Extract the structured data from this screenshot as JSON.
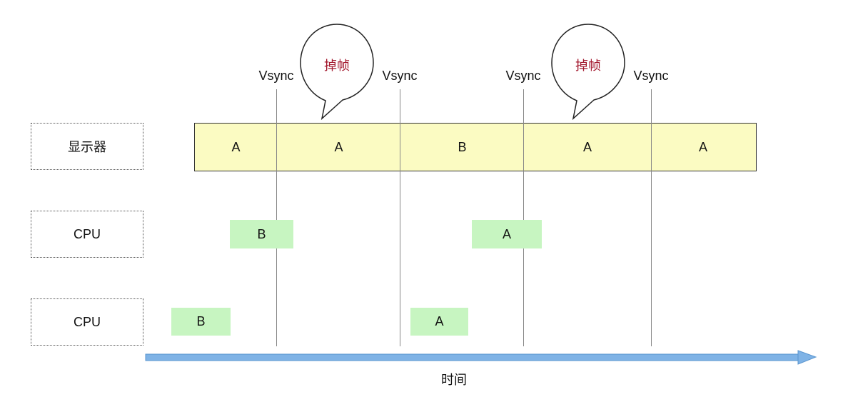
{
  "rows": {
    "display": "显示器",
    "cpu1": "CPU",
    "cpu2": "CPU"
  },
  "display_frames": [
    "A",
    "A",
    "B",
    "A",
    "A"
  ],
  "cpu1_blocks": [
    "B",
    "A"
  ],
  "cpu2_blocks": [
    "B",
    "A"
  ],
  "vsync_labels": [
    "Vsync",
    "Vsync",
    "Vsync",
    "Vsync"
  ],
  "dropped_frame_labels": [
    "掉帧",
    "掉帧"
  ],
  "time_label": "时间",
  "colors": {
    "display_fill": "#fbfbc2",
    "cpu_fill": "#c7f5c1",
    "dropped_text": "#a3182e",
    "arrow": "#7fb3e6"
  }
}
